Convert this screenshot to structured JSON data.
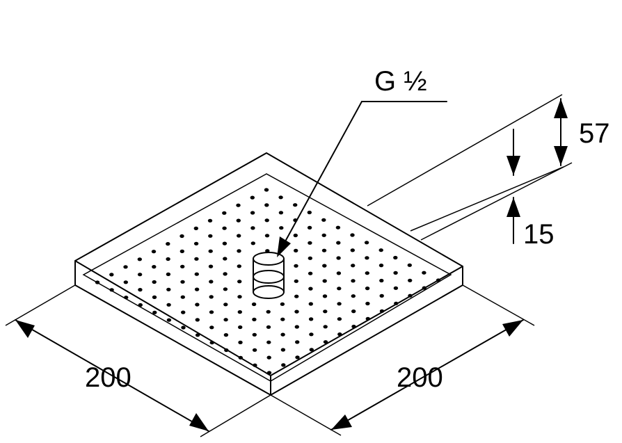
{
  "drawing": {
    "thread_label": "G ½",
    "height_total": "57",
    "height_plate": "15",
    "width_left": "200",
    "width_right": "200"
  }
}
